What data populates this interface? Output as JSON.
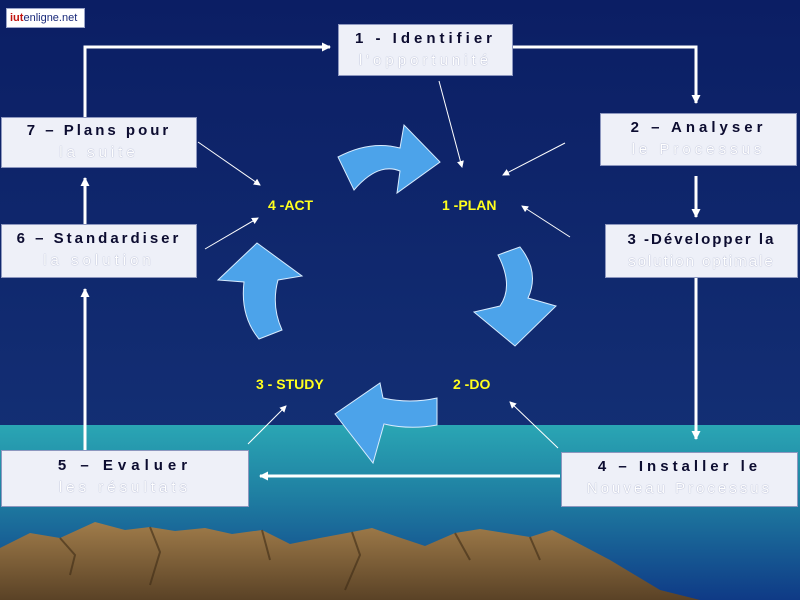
{
  "logo": {
    "prefix": "iut",
    "suffix": "enligne.net"
  },
  "boxes": {
    "b1": {
      "line1": "1 - Identifier",
      "line2": "l'opportunité"
    },
    "b2": {
      "line1": "2 – Analyser",
      "line2": "le Processus"
    },
    "b3": {
      "line1": "3 -Développer la",
      "line2": "solution optimale"
    },
    "b4": {
      "line1": "4 – Installer le",
      "line2": "Nouveau Processus"
    },
    "b5": {
      "line1": "5 – Evaluer",
      "line2": "les résultats"
    },
    "b6": {
      "line1": "6 – Standardiser",
      "line2": "la solution"
    },
    "b7": {
      "line1": "7 – Plans pour",
      "line2": "la suite"
    }
  },
  "cycle": {
    "act": "4 -ACT",
    "plan": "1 -PLAN",
    "study": "3 - STUDY",
    "do": "2 -DO"
  },
  "colors": {
    "box_fill": "#eef0f8",
    "box_title_text": "#0c0c30",
    "box_subtitle_text": "#ffffff",
    "cycle_label": "#ffff1e",
    "cycle_arrow": "#4ca3ea"
  }
}
